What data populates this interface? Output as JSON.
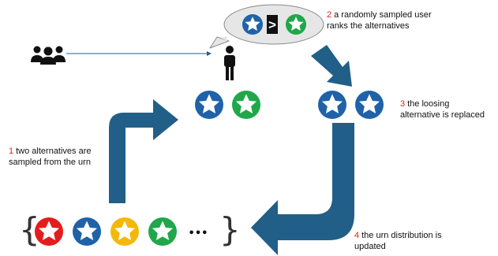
{
  "steps": [
    {
      "number": "1",
      "text_line1": "two alternatives are",
      "text_line2": "sampled from the urn"
    },
    {
      "number": "2",
      "text_line1": "a randomly sampled user",
      "text_line2": "ranks the alternatives"
    },
    {
      "number": "3",
      "text_line1": "the loosing",
      "text_line2": "alternative is replaced"
    },
    {
      "number": "4",
      "text_line1": "the urn distribution is",
      "text_line2": "updated"
    }
  ],
  "comparison_symbol": ">",
  "ellipsis": "•••",
  "urn_braces": {
    "open": "{",
    "close": "}"
  },
  "colors": {
    "red": "#e31d1d",
    "blue": "#1f62a8",
    "yellow": "#f3b80b",
    "green": "#1fa74a",
    "arrow": "#215f88",
    "step_number": "#e0241b",
    "bubble_fill": "#e6e6e6",
    "bubble_stroke": "#8a8a8a",
    "icon": "#111111"
  },
  "icons": {
    "users": "users-group-icon",
    "user": "person-icon",
    "star": "star-icon"
  }
}
